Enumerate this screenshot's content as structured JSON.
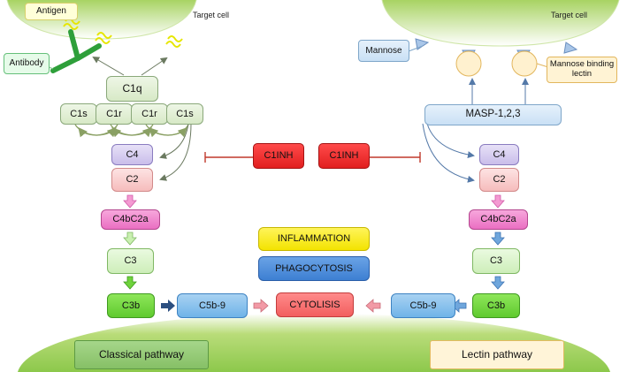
{
  "target_left": "Target cell",
  "target_right": "Target cell",
  "antigen": "Antigen",
  "antibody": "Antibody",
  "mannose": "Mannose",
  "mbl": "Mannose binding lectin",
  "c1q": "C1q",
  "c1s_left": "C1s",
  "c1r_left": "C1r",
  "c1r_right": "C1r",
  "c1s_right": "C1s",
  "masp": "MASP-1,2,3",
  "c4": "C4",
  "c2": "C2",
  "c4bc2a": "C4bC2a",
  "c3": "C3",
  "c3b": "C3b",
  "c5b9": "C5b-9",
  "c1inh": "C1INH",
  "inflammation": "INFLAMMATION",
  "phagocytosis": "PHAGOCYTOSIS",
  "cytolisis": "CYTOLISIS",
  "classical": "Classical pathway",
  "lectin": "Lectin pathway",
  "colors": {
    "membrane": "#a9d26a",
    "c1inh": "#e11f1f",
    "inhibit_line": "#c0392b",
    "blue_arrow": "#4a86c8",
    "green_arrow": "#7bc24a",
    "pink_arrow": "#e85aa8"
  }
}
